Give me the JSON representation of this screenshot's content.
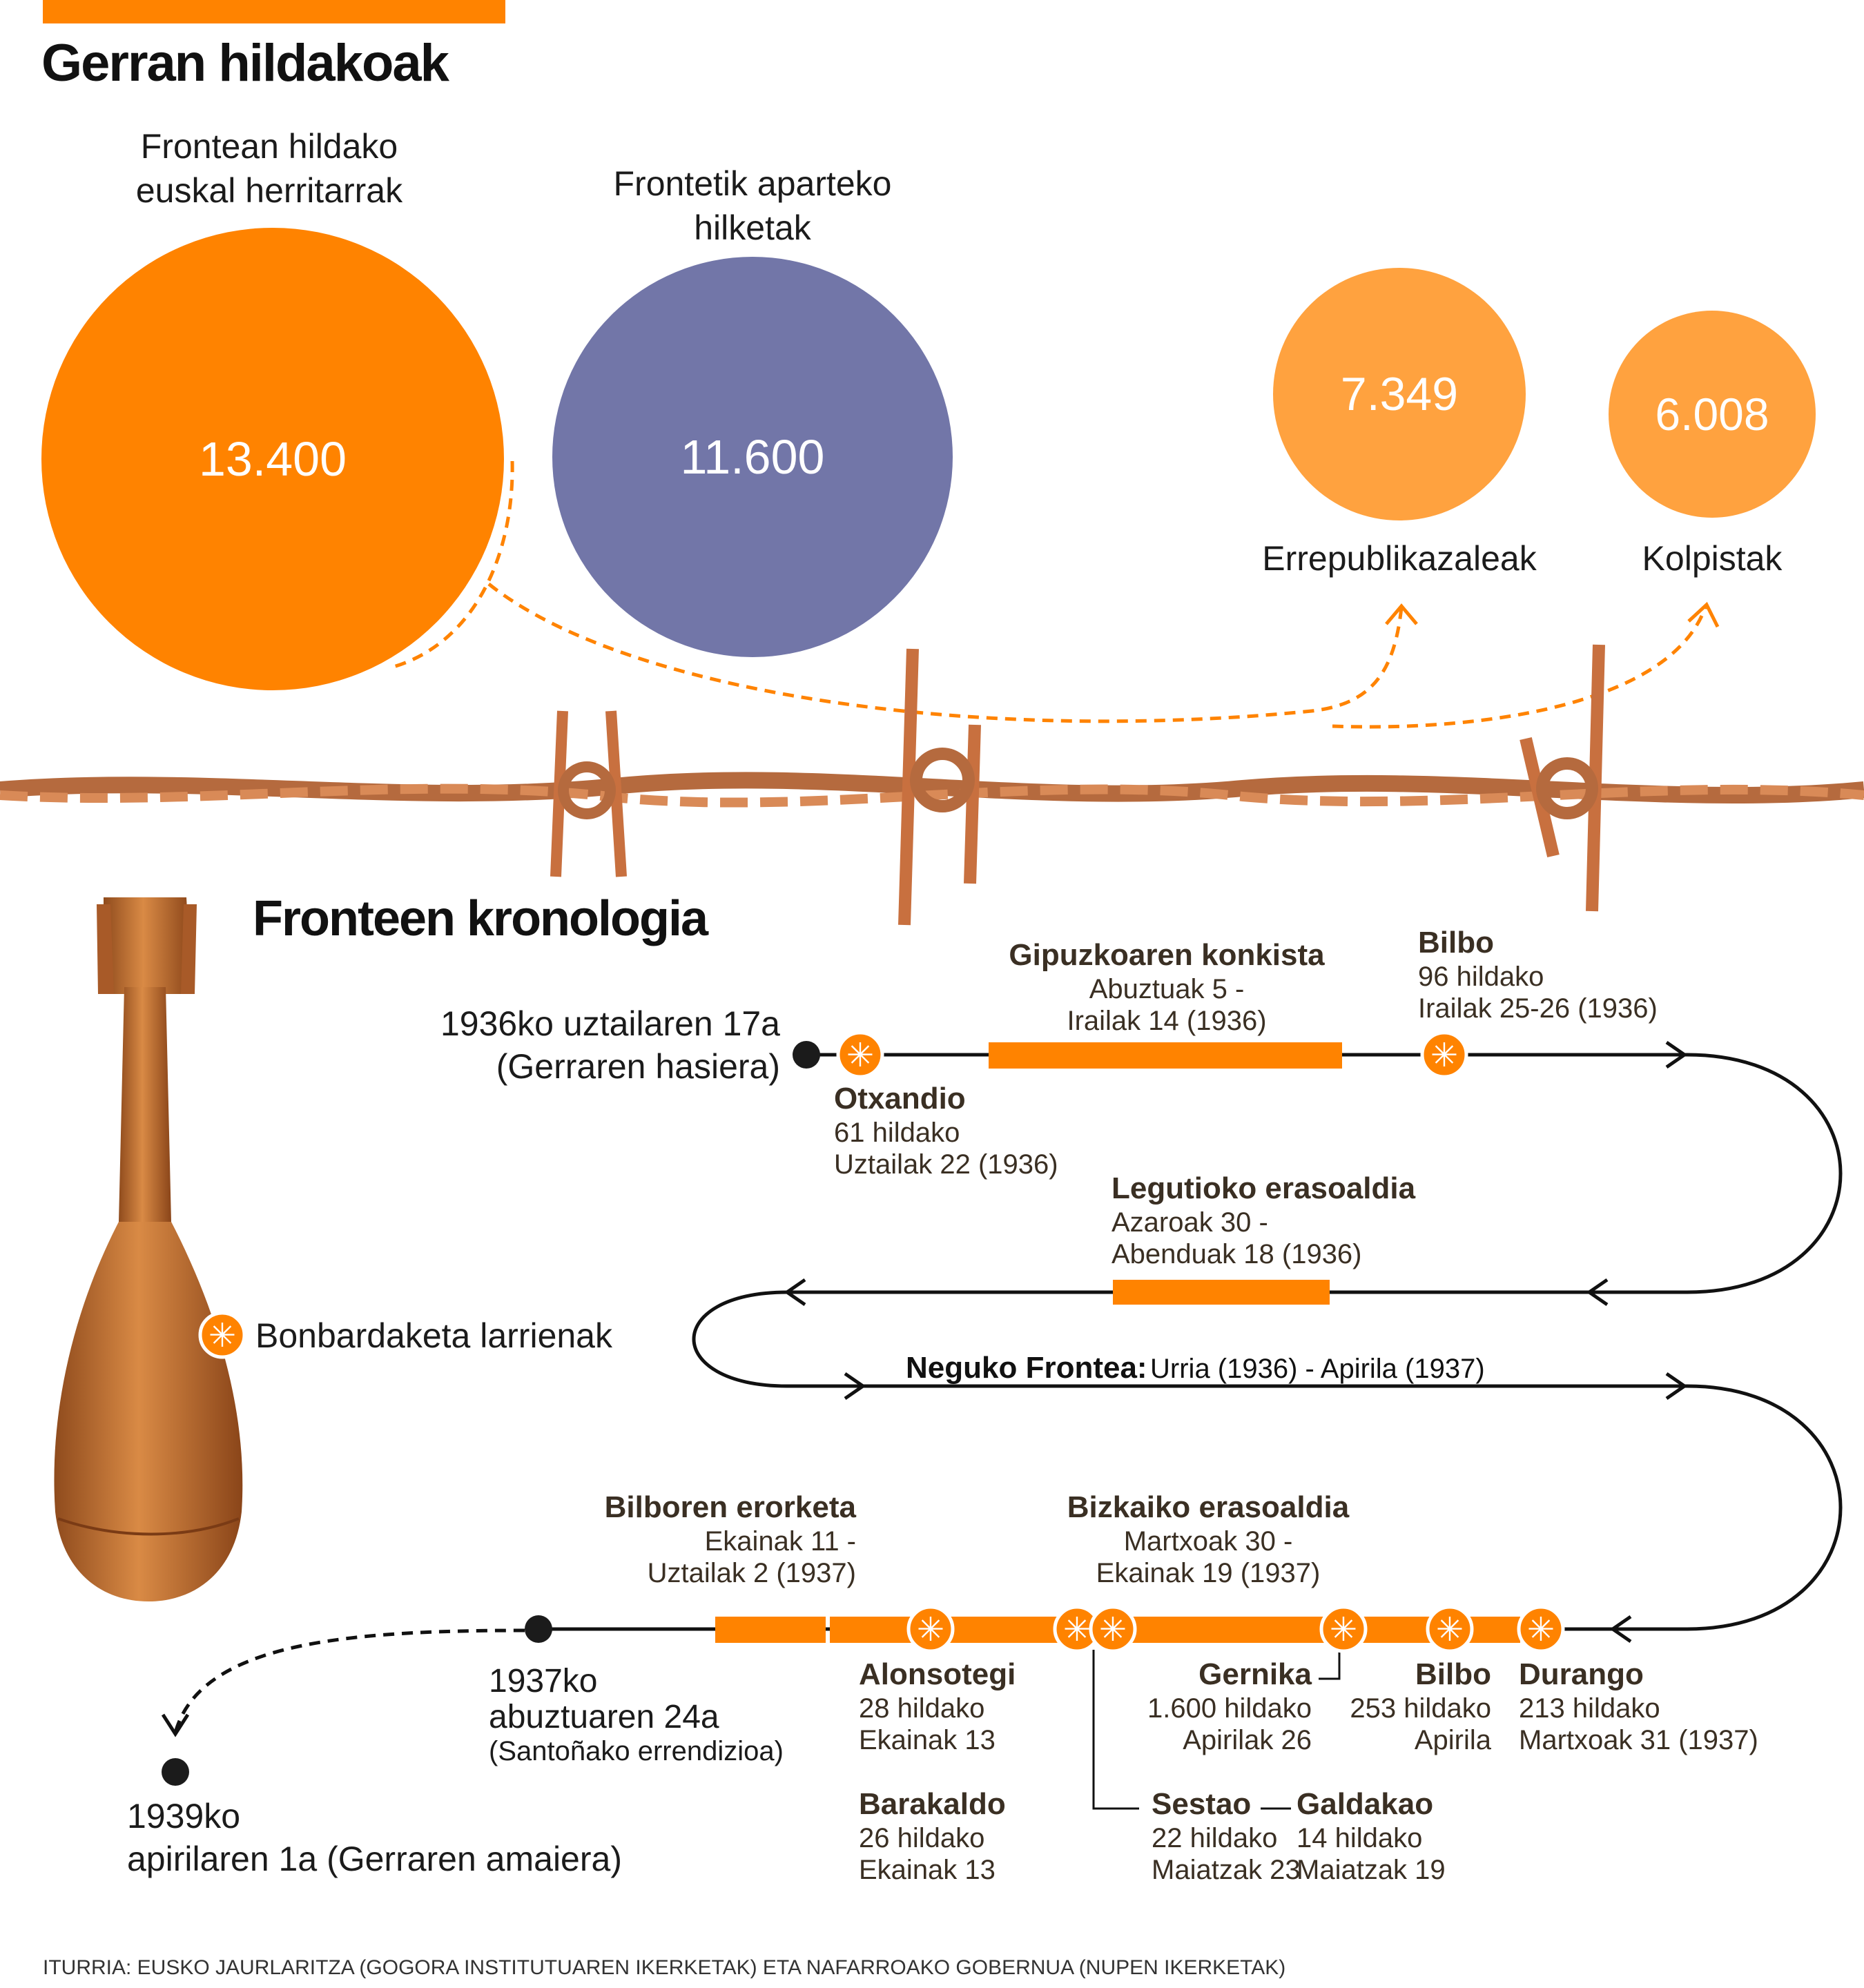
{
  "colors": {
    "orange": "#ff8300",
    "light_orange": "#ffa23f",
    "purple": "#7276a8",
    "rust": "#c8703f",
    "dark": "#1b1b1b"
  },
  "header": {
    "title": "Gerran hildakoak"
  },
  "chart_data": {
    "type": "bubble",
    "categories": [
      "Frontean hildako euskal herritarrak",
      "Frontetik aparteko hilketak",
      "Errepublikazaleak",
      "Kolpistak"
    ],
    "values": [
      13400,
      11600,
      7349,
      6008
    ],
    "series": [
      {
        "name": "Frontean hildako euskal herritarrak",
        "label": "13.400",
        "value": 13400
      },
      {
        "name": "Frontetik aparteko hilketak",
        "label": "11.600",
        "value": 11600
      },
      {
        "name": "Errepublikazaleak",
        "label": "7.349",
        "value": 7349
      },
      {
        "name": "Kolpistak",
        "label": "6.008",
        "value": 6008
      }
    ]
  },
  "circles": {
    "front": {
      "title_1": "Frontean hildako",
      "title_2": "euskal herritarrak",
      "value": "13.400"
    },
    "rear": {
      "title_1": "Frontetik aparteko",
      "title_2": "hilketak",
      "value": "11.600"
    },
    "rep": {
      "value": "7.349",
      "caption": "Errepublikazaleak"
    },
    "kol": {
      "value": "6.008",
      "caption": "Kolpistak"
    }
  },
  "timeline": {
    "title": "Fronteen kronologia",
    "legend": "Bonbardaketa larrienak",
    "start": {
      "line1": "1936ko uztailaren 17a",
      "line2": "(Gerraren hasiera)"
    },
    "otxandio": {
      "title": "Otxandio",
      "l1": "61 hildako",
      "l2": "Uztailak 22 (1936)"
    },
    "gipuzkoa": {
      "title": "Gipuzkoaren konkista",
      "l1": "Abuztuak 5 -",
      "l2": "Irailak 14 (1936)"
    },
    "bilbo1": {
      "title": "Bilbo",
      "l1": "96 hildako",
      "l2": "Irailak 25-26 (1936)"
    },
    "legutio": {
      "title": "Legutioko erasoaldia",
      "l1": "Azaroak 30 -",
      "l2": "Abenduak 18 (1936)"
    },
    "negu": {
      "title": "Neguko Frontea:",
      "dates": "Urria (1936) - Apirila (1937)"
    },
    "bilboren": {
      "title": "Bilboren erorketa",
      "l1": "Ekainak 11 -",
      "l2": "Uztailak 2  (1937)"
    },
    "bizkaia": {
      "title": "Bizkaiko erasoaldia",
      "l1": "Martxoak 30 -",
      "l2": "Ekainak 19 (1937)"
    },
    "alonsotegi": {
      "title": "Alonsotegi",
      "l1": "28 hildako",
      "l2": "Ekainak 13"
    },
    "barakaldo": {
      "title": "Barakaldo",
      "l1": "26 hildako",
      "l2": "Ekainak 13"
    },
    "gernika": {
      "title": "Gernika",
      "l1": "1.600 hildako",
      "l2": "Apirilak 26"
    },
    "bilbo2": {
      "title": "Bilbo",
      "l1": "253 hildako",
      "l2": "Apirila"
    },
    "durango": {
      "title": "Durango",
      "l1": "213 hildako",
      "l2": "Martxoak 31 (1937)"
    },
    "sestao": {
      "title": "Sestao",
      "l1": "22 hildako",
      "l2": "Maiatzak 23"
    },
    "galdakao": {
      "title": "Galdakao",
      "l1": "14 hildako",
      "l2": "Maiatzak 19"
    },
    "santona": {
      "line1": "1937ko",
      "line2": "abuztuaren 24a",
      "line3": "(Santoñako errendizioa)"
    },
    "end": {
      "line1": "1939ko",
      "line2": "apirilaren 1a (Gerraren amaiera)"
    }
  },
  "source": "ITURRIA: EUSKO JAURLARITZA (GOGORA INSTITUTUAREN IKERKETAK) ETA NAFARROAKO GOBERNUA (NUPEN IKERKETAK)"
}
